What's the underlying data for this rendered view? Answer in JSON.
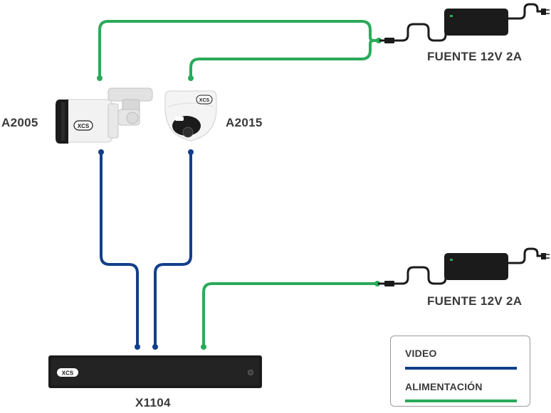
{
  "diagram": {
    "cameras": [
      {
        "model": "A2005"
      },
      {
        "model": "A2015"
      }
    ],
    "power_supplies": [
      {
        "label": "FUENTE 12V 2A"
      },
      {
        "label": "FUENTE 12V 2A"
      }
    ],
    "recorder": {
      "model": "X1104",
      "brand_mark": "XCS"
    },
    "camera_brand_mark": "XCS"
  },
  "legend": {
    "items": [
      {
        "label": "VIDEO",
        "color": "#123f8a"
      },
      {
        "label": "ALIMENTACIÓN",
        "color": "#2aaa5a"
      }
    ]
  },
  "colors": {
    "video": "#123f8a",
    "power": "#2aaa5a",
    "device_dark": "#1b1b1b",
    "text": "#3a3a3a"
  }
}
